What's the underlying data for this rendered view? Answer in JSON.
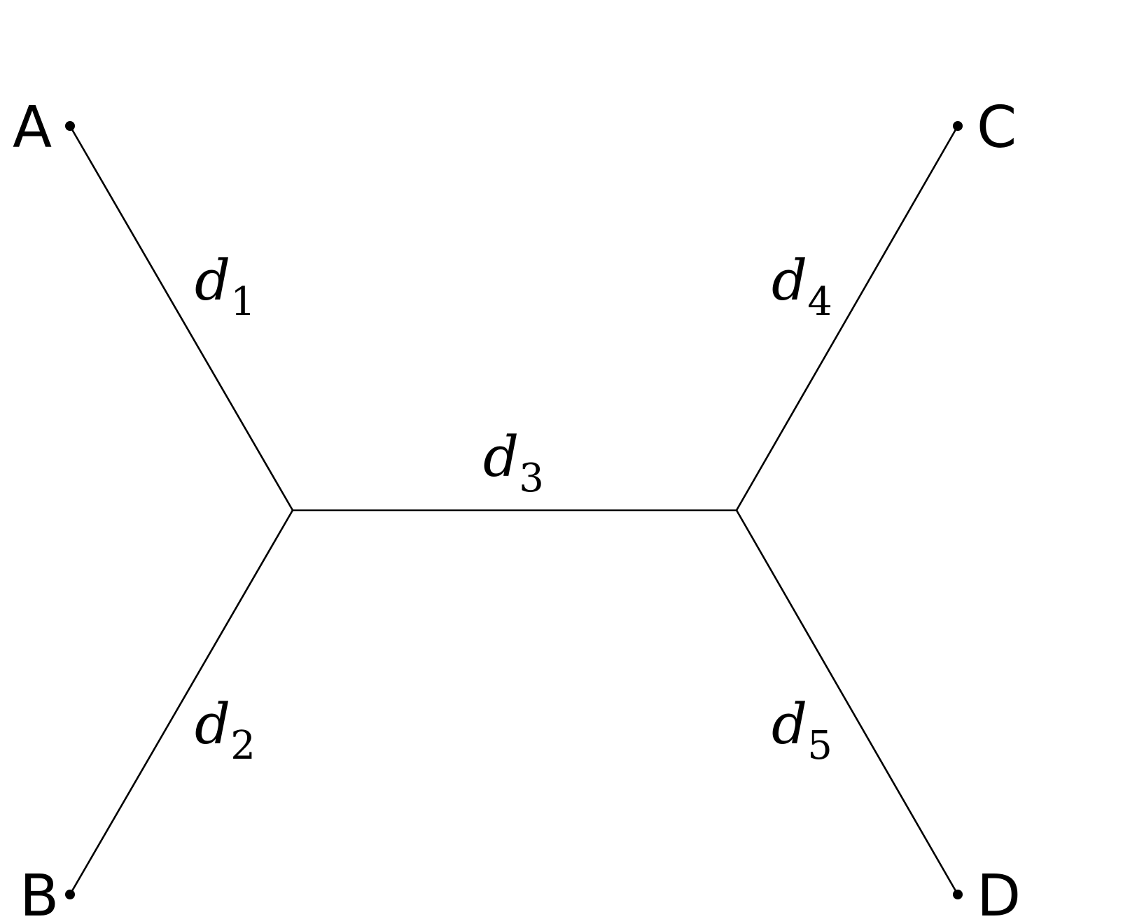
{
  "tree": {
    "leaves": [
      {
        "id": "A",
        "label": "A"
      },
      {
        "id": "B",
        "label": "B"
      },
      {
        "id": "C",
        "label": "C"
      },
      {
        "id": "D",
        "label": "D"
      }
    ],
    "edges": [
      {
        "id": "d1",
        "from": "A",
        "to": "left-internal",
        "label": {
          "base": "d",
          "sub": "1"
        }
      },
      {
        "id": "d2",
        "from": "B",
        "to": "left-internal",
        "label": {
          "base": "d",
          "sub": "2"
        }
      },
      {
        "id": "d3",
        "from": "left-internal",
        "to": "right-internal",
        "label": {
          "base": "d",
          "sub": "3"
        }
      },
      {
        "id": "d4",
        "from": "C",
        "to": "right-internal",
        "label": {
          "base": "d",
          "sub": "4"
        }
      },
      {
        "id": "d5",
        "from": "D",
        "to": "right-internal",
        "label": {
          "base": "d",
          "sub": "5"
        }
      }
    ]
  }
}
